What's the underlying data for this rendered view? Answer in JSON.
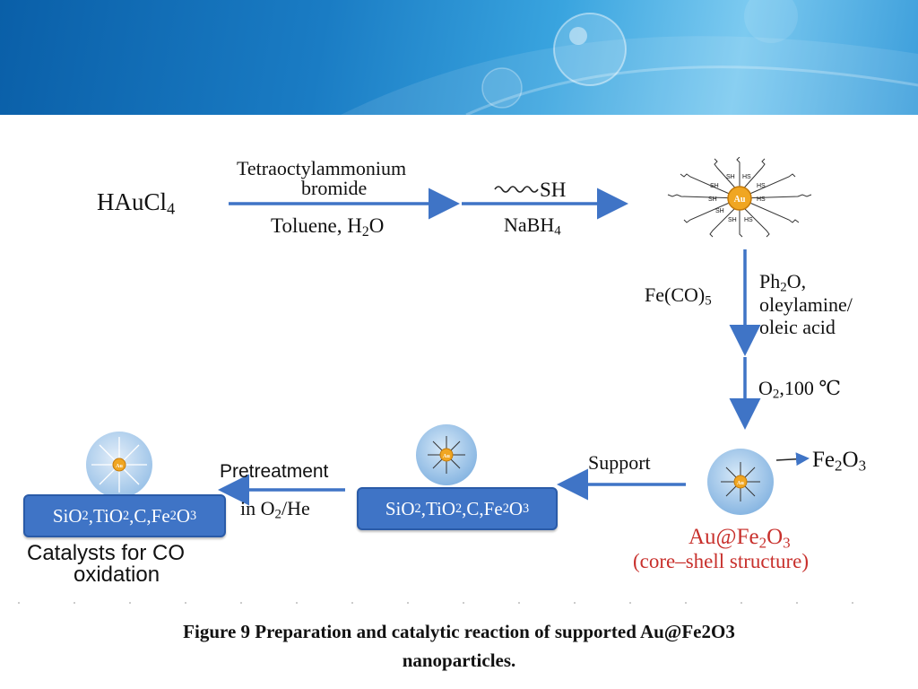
{
  "colors": {
    "banner": "#1a7cc4",
    "arrow": "#3f74c6",
    "support_pill": "#3f74c6",
    "highlight_text": "#c8302c"
  },
  "icons": {
    "nanoparticle": "au-thiol-nanoparticle-icon",
    "core_shell": "core-shell-sphere-icon",
    "catalyst": "supported-catalyst-icon"
  },
  "reactants": {
    "haucl4": "HAuCl",
    "haucl4_sub": "4"
  },
  "step1": {
    "top_line1": "Tetraoctylammonium",
    "top_line2": "bromide",
    "bottom": "Toluene, H",
    "bottom_sub": "2",
    "bottom_end": "O"
  },
  "step2": {
    "top": "SH",
    "bottom": "NaBH",
    "bottom_sub": "4"
  },
  "nanoparticle": {
    "core": "Au",
    "ligand": "SH",
    "ligand_rev": "HS"
  },
  "step3": {
    "left": "Fe(CO)",
    "left_sub": "5",
    "right_line1": "Ph",
    "right_line1_sub": "2",
    "right_line1_end": "O,",
    "right_line2": "oleylamine/",
    "right_line3": "oleic acid"
  },
  "step4": {
    "right": "O",
    "right_sub": "2",
    "right_end": ",100 ℃"
  },
  "shell_label": {
    "prefix": "Fe",
    "sub1": "2",
    "mid": "O",
    "sub2": "3"
  },
  "product": {
    "name": "Au@Fe",
    "name_sub1": "2",
    "name_mid": "O",
    "name_sub2": "3",
    "desc": "(core–shell structure)"
  },
  "step5": {
    "label": "Support"
  },
  "support": {
    "p1": "SiO",
    "s1": "2",
    "p2": ",TiO",
    "s2": "2",
    "p3": ",C,Fe",
    "s3": "2",
    "p4": "O",
    "s4": "3"
  },
  "step6": {
    "line1": "Pretreatment",
    "line2": "in O",
    "line2_sub": "2",
    "line2_end": "/He"
  },
  "catalyst": {
    "line1": "Catalysts for CO",
    "line2": "oxidation"
  },
  "caption": {
    "line1": "Figure 9 Preparation and catalytic reaction of supported Au@Fe2O3",
    "line2": "nanoparticles."
  }
}
